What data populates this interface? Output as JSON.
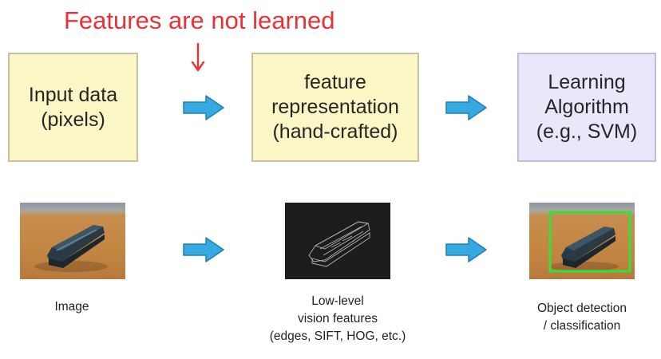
{
  "annotation": {
    "text": "Features are not learned",
    "color": "#e8323a"
  },
  "top_row": {
    "input_box": {
      "lines": [
        "Input data",
        "(pixels)"
      ]
    },
    "feature_box": {
      "lines": [
        "feature",
        "representation",
        "(hand-crafted)"
      ]
    },
    "learning_box": {
      "lines": [
        "Learning",
        "Algorithm",
        "(e.g., SVM)"
      ]
    }
  },
  "bottom_row": {
    "image_caption": {
      "lines": [
        "Image"
      ]
    },
    "features_caption": {
      "lines": [
        "Low-level",
        "vision features",
        "(edges, SIFT, HOG, etc.)"
      ]
    },
    "detection_caption": {
      "lines": [
        "Object detection",
        "/ classification"
      ]
    }
  },
  "colors": {
    "arrow_fill": "#36a9e1",
    "arrow_stroke": "#1f7fb8",
    "box_yellow": "#fbf6c5",
    "box_blue": "#e8e8fa",
    "detection_box": "#3ddc3d"
  },
  "icons": {
    "flow_arrow": "right-arrow-icon",
    "annotation_arrow": "down-arrow-icon"
  }
}
